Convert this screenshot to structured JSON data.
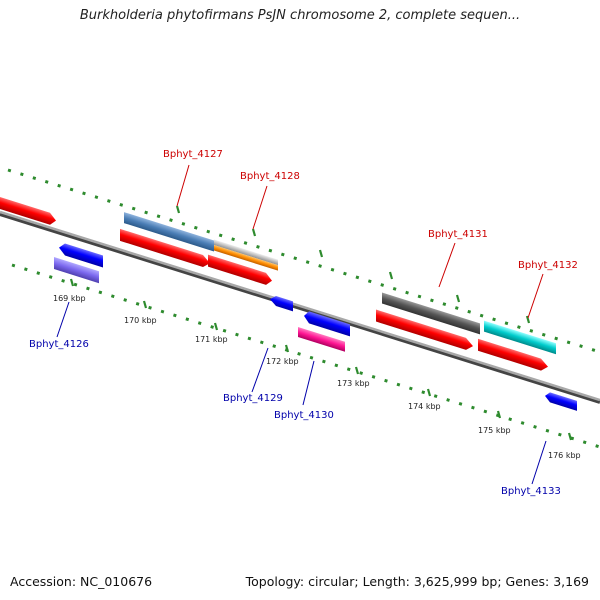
{
  "title": "Burkholderia phytofirmans PsJN chromosome 2, complete sequen...",
  "footer": {
    "accession": "Accession: NC_010676",
    "summary": "Topology: circular; Length: 3,625,999 bp; Genes: 3,169"
  },
  "ticks": [
    "169 kbp",
    "170 kbp",
    "171 kbp",
    "172 kbp",
    "173 kbp",
    "174 kbp",
    "175 kbp",
    "176 kbp"
  ],
  "genes_forward": [
    {
      "label": "Bphyt_4127"
    },
    {
      "label": "Bphyt_4128"
    },
    {
      "label": "Bphyt_4131"
    },
    {
      "label": "Bphyt_4132"
    }
  ],
  "genes_reverse": [
    {
      "label": "Bphyt_4126"
    },
    {
      "label": "Bphyt_4129"
    },
    {
      "label": "Bphyt_4130"
    },
    {
      "label": "Bphyt_4133"
    }
  ],
  "colors": {
    "forward_label": "#cc0000",
    "reverse_label": "#0000aa",
    "backbone": "#808080",
    "tick_dash": "#2e8b2e",
    "cds_forward": "#ff0000",
    "cds_reverse": "#0000ff",
    "gene_steelblue": "#4a7db5",
    "gene_silver": "#c0c0c0",
    "gene_orange": "#ff8c00",
    "gene_slate": "#7b68ee",
    "gene_gray": "#555555",
    "gene_cyan": "#00cccc",
    "gene_pink": "#ff1493"
  }
}
